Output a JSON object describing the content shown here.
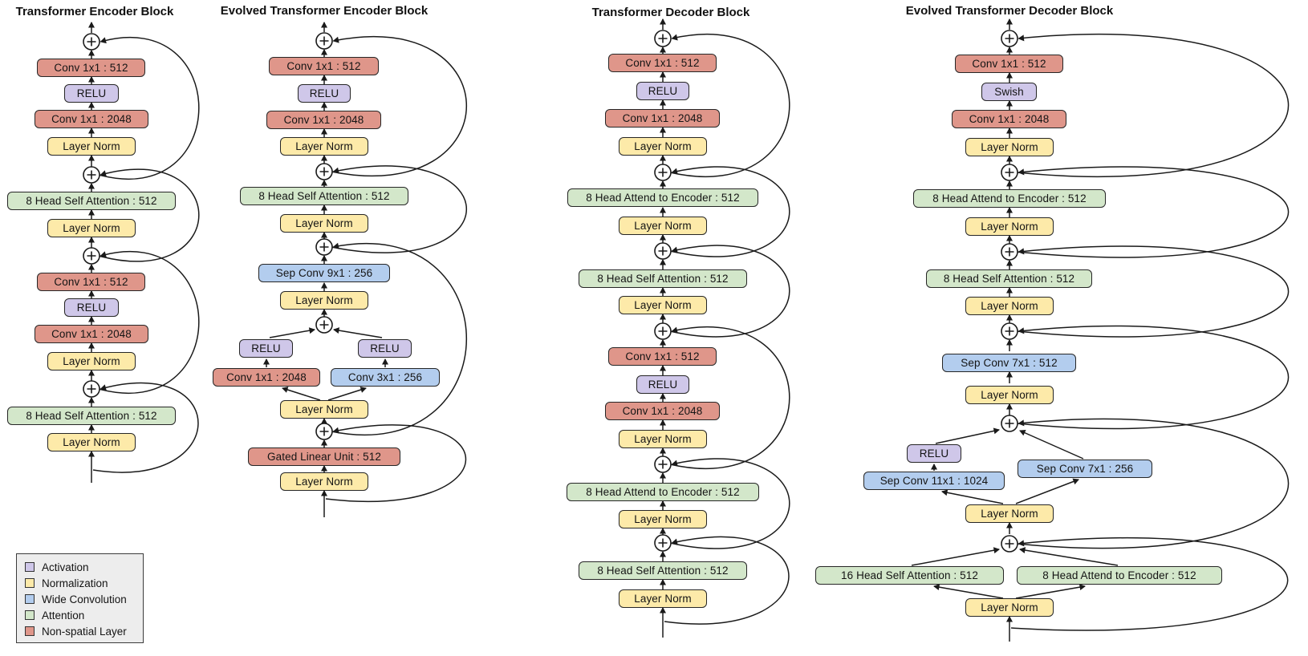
{
  "columns": [
    {
      "title": "Transformer Encoder Block",
      "nodes": [
        {
          "label": "Conv 1x1 : 512",
          "type": "non_spatial"
        },
        {
          "label": "RELU",
          "type": "activation"
        },
        {
          "label": "Conv 1x1 : 2048",
          "type": "non_spatial"
        },
        {
          "label": "Layer Norm",
          "type": "normalization"
        },
        {
          "label": "8 Head Self Attention : 512",
          "type": "attention"
        },
        {
          "label": "Layer Norm",
          "type": "normalization"
        },
        {
          "label": "Conv 1x1 : 512",
          "type": "non_spatial"
        },
        {
          "label": "RELU",
          "type": "activation"
        },
        {
          "label": "Conv 1x1 : 2048",
          "type": "non_spatial"
        },
        {
          "label": "Layer Norm",
          "type": "normalization"
        },
        {
          "label": "8 Head Self Attention : 512",
          "type": "attention"
        },
        {
          "label": "Layer Norm",
          "type": "normalization"
        }
      ]
    },
    {
      "title": "Evolved Transformer Encoder Block",
      "nodes": [
        {
          "label": "Conv 1x1 : 512",
          "type": "non_spatial"
        },
        {
          "label": "RELU",
          "type": "activation"
        },
        {
          "label": "Conv 1x1 : 2048",
          "type": "non_spatial"
        },
        {
          "label": "Layer Norm",
          "type": "normalization"
        },
        {
          "label": "8 Head Self Attention : 512",
          "type": "attention"
        },
        {
          "label": "Layer Norm",
          "type": "normalization"
        },
        {
          "label": "Sep Conv 9x1 : 256",
          "type": "wide_convolution"
        },
        {
          "label": "Layer Norm",
          "type": "normalization"
        },
        {
          "label": "RELU",
          "type": "activation"
        },
        {
          "label": "RELU",
          "type": "activation"
        },
        {
          "label": "Conv 1x1 : 2048",
          "type": "non_spatial"
        },
        {
          "label": "Conv 3x1 : 256",
          "type": "wide_convolution"
        },
        {
          "label": "Layer Norm",
          "type": "normalization"
        },
        {
          "label": "Gated Linear Unit : 512",
          "type": "non_spatial"
        },
        {
          "label": "Layer Norm",
          "type": "normalization"
        }
      ]
    },
    {
      "title": "Transformer Decoder Block",
      "nodes": [
        {
          "label": "Conv 1x1 : 512",
          "type": "non_spatial"
        },
        {
          "label": "RELU",
          "type": "activation"
        },
        {
          "label": "Conv 1x1 : 2048",
          "type": "non_spatial"
        },
        {
          "label": "Layer Norm",
          "type": "normalization"
        },
        {
          "label": "8 Head Attend to Encoder : 512",
          "type": "attention"
        },
        {
          "label": "Layer Norm",
          "type": "normalization"
        },
        {
          "label": "8 Head Self Attention : 512",
          "type": "attention"
        },
        {
          "label": "Layer Norm",
          "type": "normalization"
        },
        {
          "label": "Conv 1x1 : 512",
          "type": "non_spatial"
        },
        {
          "label": "RELU",
          "type": "activation"
        },
        {
          "label": "Conv 1x1 : 2048",
          "type": "non_spatial"
        },
        {
          "label": "Layer Norm",
          "type": "normalization"
        },
        {
          "label": "8 Head Attend to Encoder : 512",
          "type": "attention"
        },
        {
          "label": "Layer Norm",
          "type": "normalization"
        },
        {
          "label": "8 Head Self Attention : 512",
          "type": "attention"
        },
        {
          "label": "Layer Norm",
          "type": "normalization"
        }
      ]
    },
    {
      "title": "Evolved Transformer Decoder Block",
      "nodes": [
        {
          "label": "Conv 1x1 : 512",
          "type": "non_spatial"
        },
        {
          "label": "Swish",
          "type": "activation"
        },
        {
          "label": "Conv 1x1 : 2048",
          "type": "non_spatial"
        },
        {
          "label": "Layer Norm",
          "type": "normalization"
        },
        {
          "label": "8 Head Attend to Encoder : 512",
          "type": "attention"
        },
        {
          "label": "Layer Norm",
          "type": "normalization"
        },
        {
          "label": "8 Head Self Attention : 512",
          "type": "attention"
        },
        {
          "label": "Layer Norm",
          "type": "normalization"
        },
        {
          "label": "Sep Conv 7x1 : 512",
          "type": "wide_convolution"
        },
        {
          "label": "Layer Norm",
          "type": "normalization"
        },
        {
          "label": "RELU",
          "type": "activation"
        },
        {
          "label": "Sep Conv 7x1 : 256",
          "type": "wide_convolution"
        },
        {
          "label": "Sep Conv 11x1 : 1024",
          "type": "wide_convolution"
        },
        {
          "label": "Layer Norm",
          "type": "normalization"
        },
        {
          "label": "16 Head Self Attention : 512",
          "type": "attention"
        },
        {
          "label": "8 Head Attend to Encoder : 512",
          "type": "attention"
        },
        {
          "label": "Layer Norm",
          "type": "normalization"
        }
      ]
    }
  ],
  "legend": {
    "items": [
      {
        "label": "Activation",
        "type": "activation"
      },
      {
        "label": "Normalization",
        "type": "normalization"
      },
      {
        "label": "Wide Convolution",
        "type": "wide_convolution"
      },
      {
        "label": "Attention",
        "type": "attention"
      },
      {
        "label": "Non-spatial Layer",
        "type": "non_spatial"
      }
    ]
  },
  "colors": {
    "activation": "#cfc7e9",
    "normalization": "#fdeaa9",
    "wide_convolution": "#b3cdee",
    "attention": "#d3e7ca",
    "non_spatial": "#df968a"
  },
  "symbols": {
    "add_junction": "+"
  }
}
